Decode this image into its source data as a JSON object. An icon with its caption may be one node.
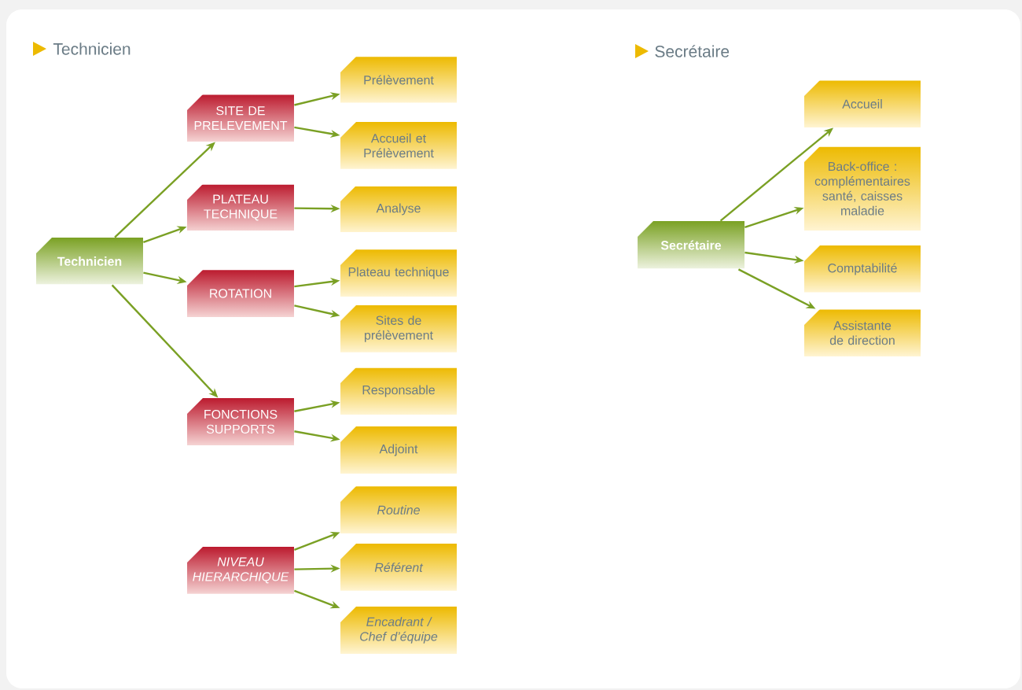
{
  "diagram": {
    "nodes": [
      {
        "text": [
          "Technicien"
        ]
      },
      {
        "text": [
          "SITE DE PRELEVEMENT"
        ]
      },
      {
        "text": [
          "Prélèvement"
        ]
      },
      {
        "text": [
          "Accueil et Prélèvement"
        ]
      },
      {
        "text": [
          "PLATEAU TECHNIQUE"
        ]
      },
      {
        "text": [
          "Analyse"
        ]
      },
      {
        "text": [
          "ROTATION"
        ]
      },
      {
        "text": [
          "Plateau technique"
        ]
      },
      {
        "text": [
          "Sites de prélèvement"
        ]
      },
      {
        "text": [
          "FONCTIONS SUPPORTS"
        ]
      },
      {
        "text": [
          "Responsable"
        ]
      },
      {
        "text": [
          "Adjoint"
        ]
      },
      {
        "text": [
          "NIVEAU HIERARCHIQUE"
        ]
      },
      {
        "text": [
          "Routine"
        ]
      },
      {
        "text": [
          "Référent"
        ]
      },
      {
        "text": [
          "Encadrant / Chef d’équipe"
        ]
      },
      {
        "text": [
          "Secrétaire"
        ]
      },
      {
        "text": [
          "Accueil"
        ]
      },
      {
        "text": [
          "Back-office : complémentaires santé, caisses maladie"
        ]
      },
      {
        "text": [
          "Comptabilité"
        ]
      },
      {
        "text": [
          "Assistante de direction"
        ]
      }
    ],
    "edges": [
      {
        "from": 0,
        "to": 1,
        "arrow": "to"
      },
      {
        "from": 0,
        "to": 4,
        "arrow": "to"
      },
      {
        "from": 0,
        "to": 6,
        "arrow": "to"
      },
      {
        "from": 0,
        "to": 9,
        "arrow": "to"
      },
      {
        "from": 1,
        "to": 2,
        "arrow": "to"
      },
      {
        "from": 1,
        "to": 3,
        "arrow": "to"
      },
      {
        "from": 4,
        "to": 5,
        "arrow": "to"
      },
      {
        "from": 6,
        "to": 7,
        "arrow": "to"
      },
      {
        "from": 6,
        "to": 8,
        "arrow": "to"
      },
      {
        "from": 9,
        "to": 10,
        "arrow": "to"
      },
      {
        "from": 9,
        "to": 11,
        "arrow": "to"
      },
      {
        "from": 12,
        "to": 13,
        "arrow": "to"
      },
      {
        "from": 12,
        "to": 14,
        "arrow": "to"
      },
      {
        "from": 12,
        "to": 15,
        "arrow": "to"
      },
      {
        "from": 16,
        "to": 17,
        "arrow": "to"
      },
      {
        "from": 16,
        "to": 18,
        "arrow": "to"
      },
      {
        "from": 16,
        "to": 19,
        "arrow": "to"
      },
      {
        "from": 16,
        "to": 20,
        "arrow": "to"
      }
    ],
    "labels": [
      "Technicien",
      "Secrétaire"
    ]
  }
}
